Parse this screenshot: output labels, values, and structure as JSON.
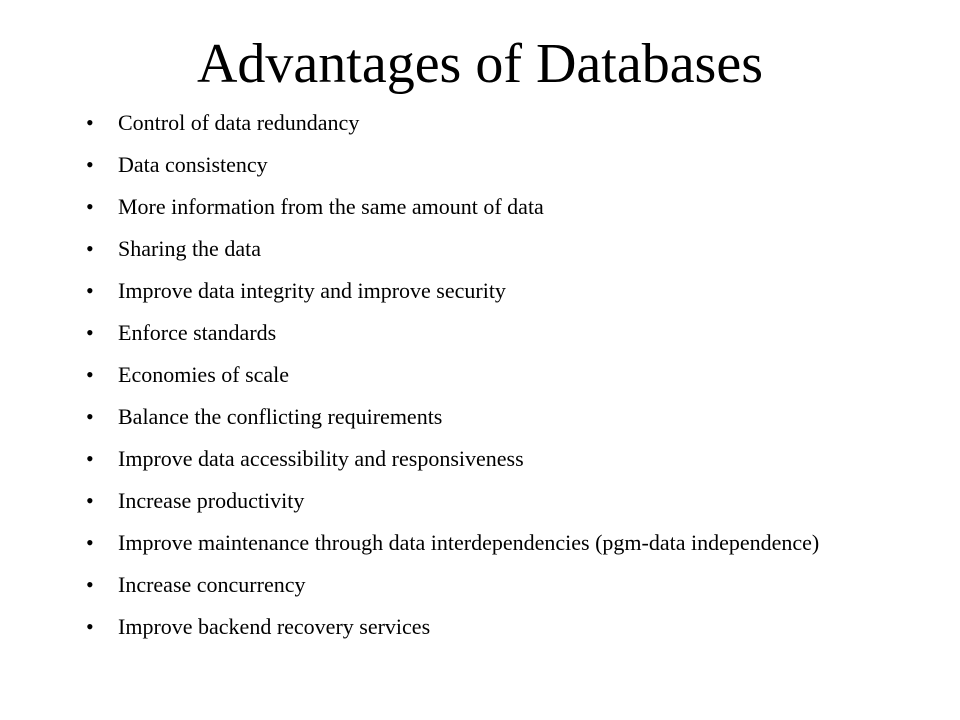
{
  "slide": {
    "title": "Advantages of Databases",
    "bullet_glyph": "•",
    "items": [
      "Control of data redundancy",
      "Data consistency",
      "More information from the same amount of data",
      "Sharing the data",
      "Improve data integrity and improve security",
      "Enforce standards",
      "Economies of scale",
      "Balance the conflicting requirements",
      "Improve data accessibility and responsiveness",
      "Increase productivity",
      "Improve maintenance through data interdependencies (pgm-data independence)",
      "Increase concurrency",
      "Improve backend recovery services"
    ]
  }
}
